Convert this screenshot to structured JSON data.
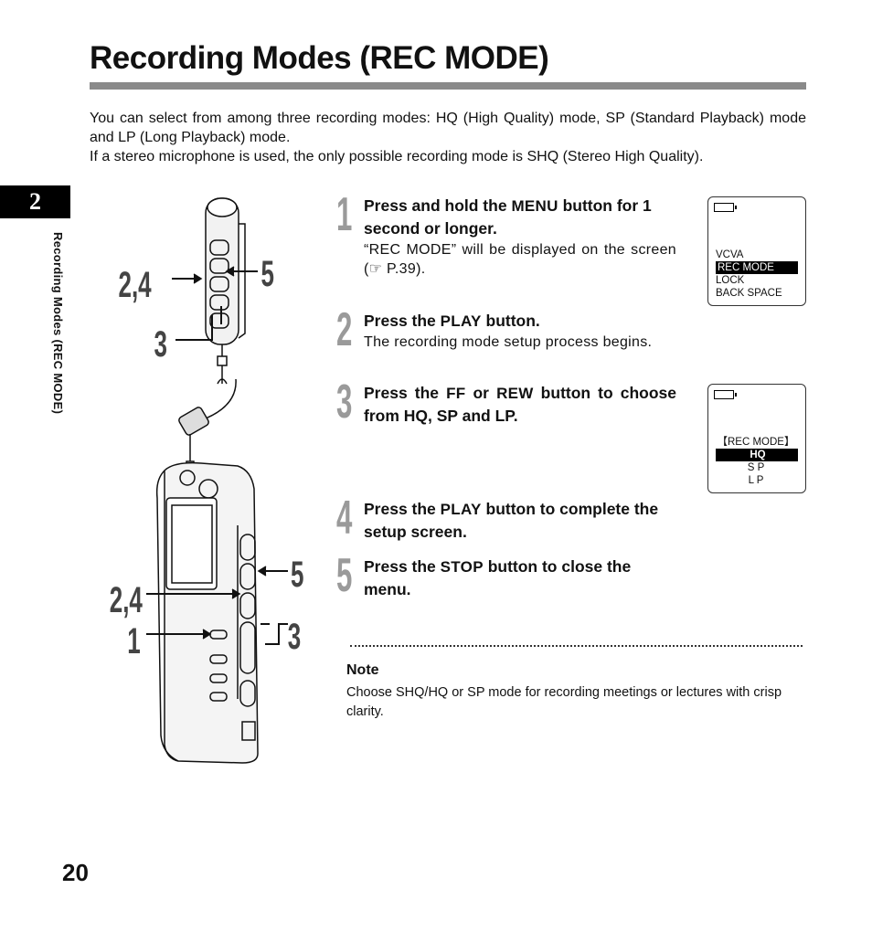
{
  "header": {
    "title": "Recording Modes (REC MODE)"
  },
  "intro": {
    "line1": "You can select from among three recording modes: HQ (High Quality) mode, SP (Standard Playback) mode and LP (Long Playback) mode.",
    "line2": "If a stereo microphone is used, the only possible recording mode is SHQ (Stereo High Quality)."
  },
  "sidebar": {
    "chapter": "2",
    "label": "Recording Modes (REC MODE)"
  },
  "footer": {
    "page_number": "20"
  },
  "illustration": {
    "top_labels": {
      "a": "2,4",
      "b": "5",
      "c": "3"
    },
    "bottom_labels": {
      "a": "5",
      "b": "2,4",
      "c": "1",
      "d": "3"
    }
  },
  "steps": [
    {
      "num": "1",
      "pre": "Press and hold the ",
      "key": "MENU",
      "post": " button for 1 second or longer.",
      "text": "“REC MODE” will be displayed on the screen (☞ P.39)."
    },
    {
      "num": "2",
      "pre": "Press the ",
      "key": "PLAY",
      "post": " button.",
      "text": "The recording mode setup process begins."
    },
    {
      "num": "3",
      "pre": "Press the ",
      "key": "FF",
      "mid": " or ",
      "key2": "REW",
      "post": " button to choose from HQ, SP and LP."
    },
    {
      "num": "4",
      "pre": "Press the ",
      "key": "PLAY",
      "post": " button to complete the setup screen."
    },
    {
      "num": "5",
      "pre": "Press the ",
      "key": "STOP",
      "post": " button to close the menu."
    }
  ],
  "lcd1": {
    "items": [
      "VCVA",
      "REC MODE",
      "LOCK",
      "BACK SPACE"
    ]
  },
  "lcd2": {
    "items": [
      "【REC MODE】",
      "HQ",
      "S P",
      "L P"
    ]
  },
  "note": {
    "title": "Note",
    "text": "Choose SHQ/HQ or SP mode for recording meetings or lectures with crisp clarity."
  }
}
